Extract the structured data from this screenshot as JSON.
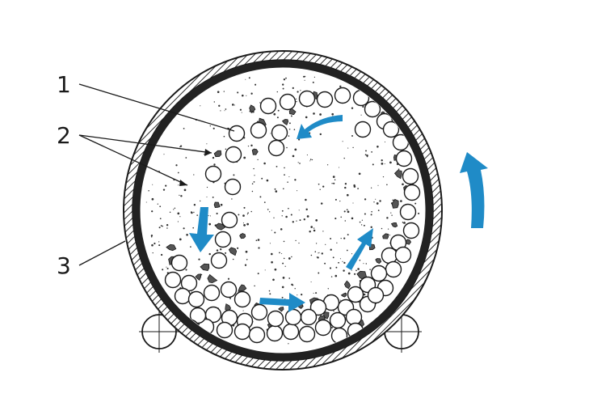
{
  "labels": {
    "ball": "1",
    "particles": "2",
    "liner": "3"
  },
  "colors": {
    "arrow": "#1f8bc7",
    "ink": "#1a1a1a",
    "hatch": "#2a2a2a",
    "background": "#ffffff"
  },
  "icons": {
    "rotation_arrow": "curved-arrow-icon",
    "support_roller": "roller-icon"
  }
}
